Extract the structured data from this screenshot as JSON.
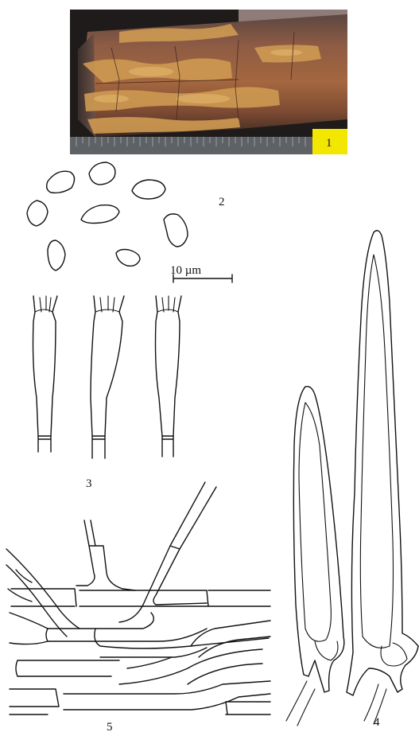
{
  "figure": {
    "panel_labels": [
      "1",
      "2",
      "3",
      "4",
      "5"
    ],
    "scale_bar_label": "10 µm",
    "colors": {
      "photo_highlight": "#f3e600",
      "bark_brown": "#7a4a34",
      "fungus_orange": "#cf9a52",
      "ruler_grey": "#5e6266"
    }
  }
}
